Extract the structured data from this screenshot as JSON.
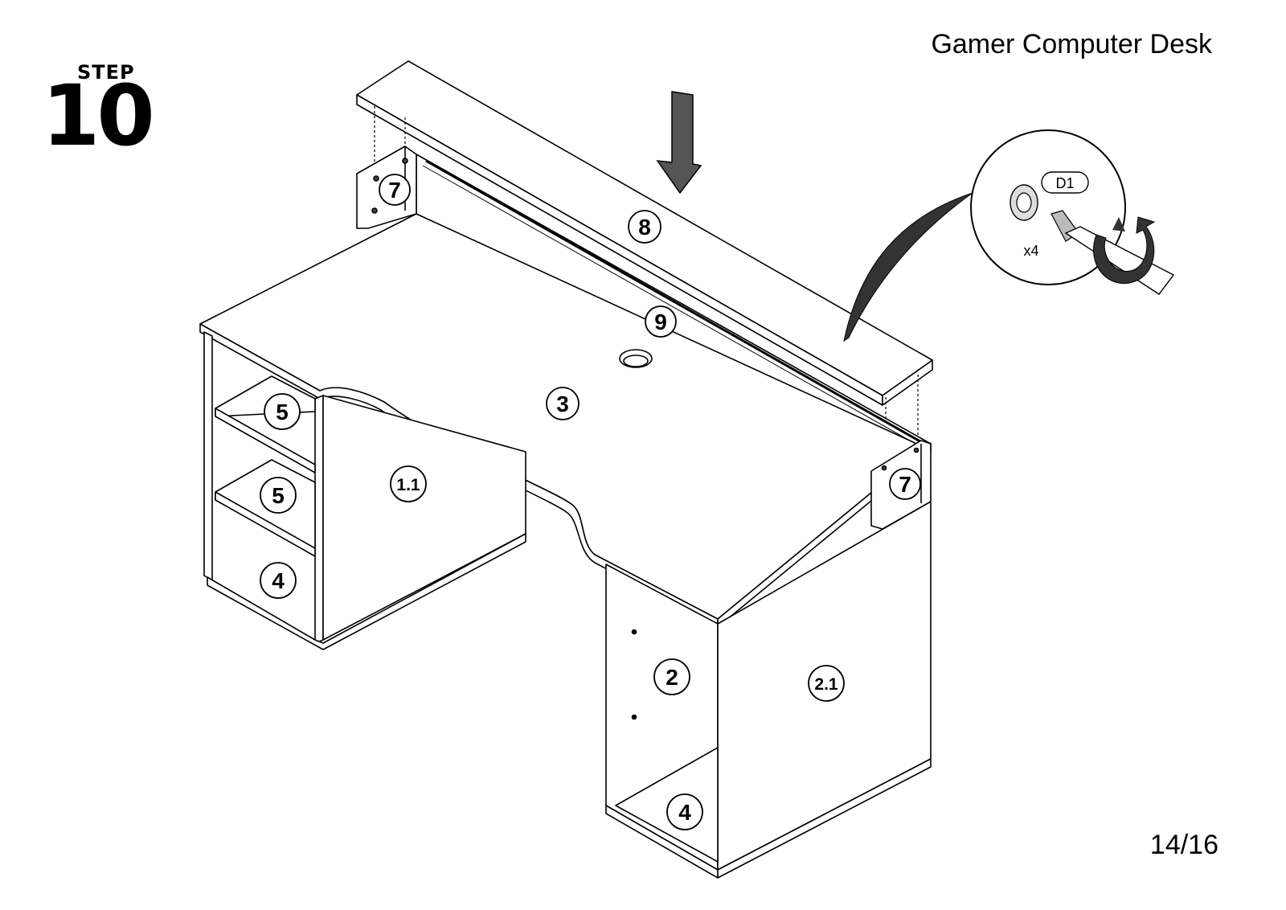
{
  "step": {
    "word": "STEP",
    "number": "10"
  },
  "title": "Gamer Computer Desk",
  "page": "14/16",
  "parts": [
    {
      "id": "top-left-7",
      "label": "7"
    },
    {
      "id": "top-right-7",
      "label": "7"
    },
    {
      "id": "shelf-8",
      "label": "8"
    },
    {
      "id": "back-9",
      "label": "9"
    },
    {
      "id": "desktop-3",
      "label": "3"
    },
    {
      "id": "shelf-upper-5",
      "label": "5"
    },
    {
      "id": "shelf-lower-5",
      "label": "5"
    },
    {
      "id": "bottom-left-4",
      "label": "4"
    },
    {
      "id": "side-1-1",
      "label": "1.1"
    },
    {
      "id": "side-2",
      "label": "2"
    },
    {
      "id": "side-2-1",
      "label": "2.1"
    },
    {
      "id": "bottom-right-4",
      "label": "4"
    }
  ],
  "hardware": {
    "code": "D1",
    "quantity": "x4"
  }
}
